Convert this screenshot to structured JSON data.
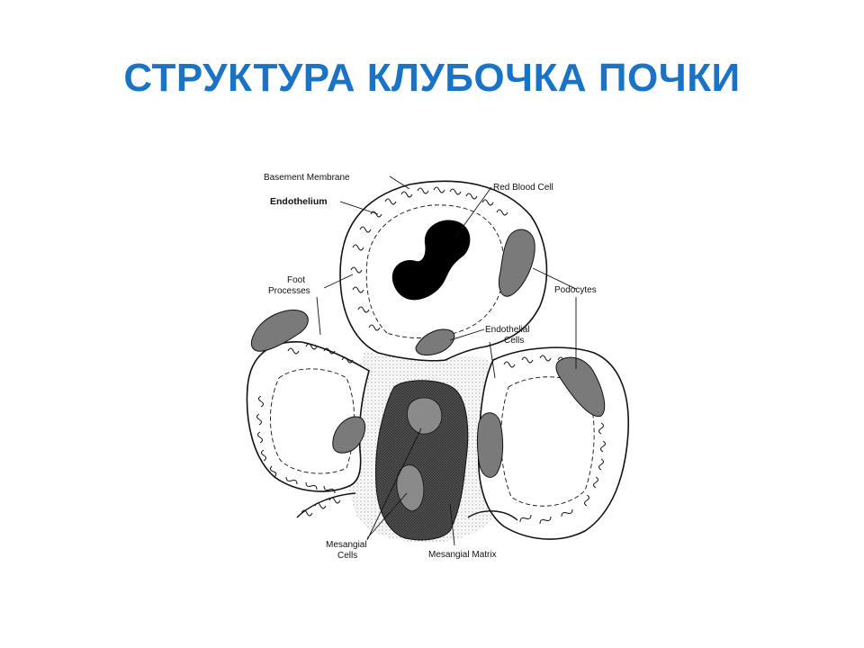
{
  "slide": {
    "title": "СТРУКТУРА КЛУБОЧКА ПОЧКИ",
    "title_color": "#1a73c4"
  },
  "diagram": {
    "labels": {
      "basement_membrane": "Basement Membrane",
      "endothelium": "Endothelium",
      "red_blood_cell": "Red Blood Cell",
      "foot_processes_line1": "Foot",
      "foot_processes_line2": "Processes",
      "podocytes": "Podocytes",
      "endothelial_cells_line1": "Endothelial",
      "endothelial_cells_line2": "Cells",
      "mesangial_cells_line1": "Mesangial",
      "mesangial_cells_line2": "Cells",
      "mesangial_matrix": "Mesangial Matrix"
    },
    "colors": {
      "outline": "#111111",
      "cell_gray": "#7a7a7a",
      "matrix_dot": "#c9c9c9",
      "rbc": "#000000"
    }
  }
}
